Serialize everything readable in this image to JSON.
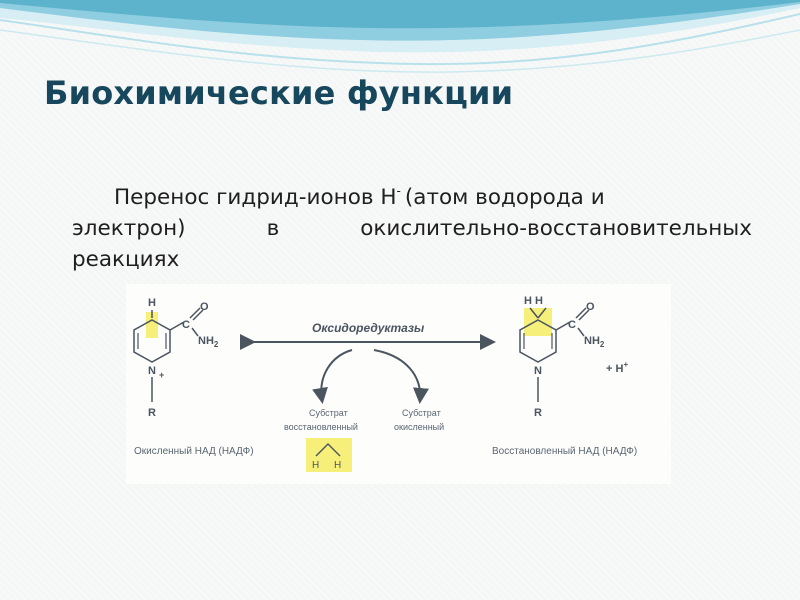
{
  "slide": {
    "title": "Биохимические функции",
    "body_line1_a": "Перенос гидрид-ионов Н",
    "body_sup": "-",
    "body_line1_b": "(атом водорода и",
    "body_line2": [
      "электрон)",
      "в",
      "окислительно-восстановительных"
    ],
    "body_line3": "реакциях"
  },
  "diagram": {
    "enzyme": "Оксидоредуктазы",
    "substrate_reduced": [
      "Субстрат",
      "восстановленный"
    ],
    "substrate_oxidized": [
      "Субстрат",
      "окисленный"
    ],
    "oxidized_label": "Окисленный НАД (НАДФ)",
    "reduced_label": "Восстановленный НАД (НАДФ)",
    "hh_pair": [
      "H",
      "H"
    ],
    "left_molecule": {
      "h_top": "H",
      "c": "C",
      "o": "O",
      "nh2": "NH",
      "nh2_sub": "2",
      "n": "N",
      "n_charge": "+",
      "r": "R"
    },
    "right_molecule": {
      "h_top": "H  H",
      "c": "C",
      "o": "O",
      "nh2": "NH",
      "nh2_sub": "2",
      "n": "N",
      "r": "R"
    },
    "plus_h": "+ H",
    "plus_h_charge": "+"
  },
  "colors": {
    "title": "#17475d",
    "wave_light": "#c9e6ee",
    "wave_mid": "#7ec3d6",
    "wave_dark": "#4aa3bd",
    "highlight": "#f6ef7a",
    "diagram_ink": "#4a5560"
  }
}
